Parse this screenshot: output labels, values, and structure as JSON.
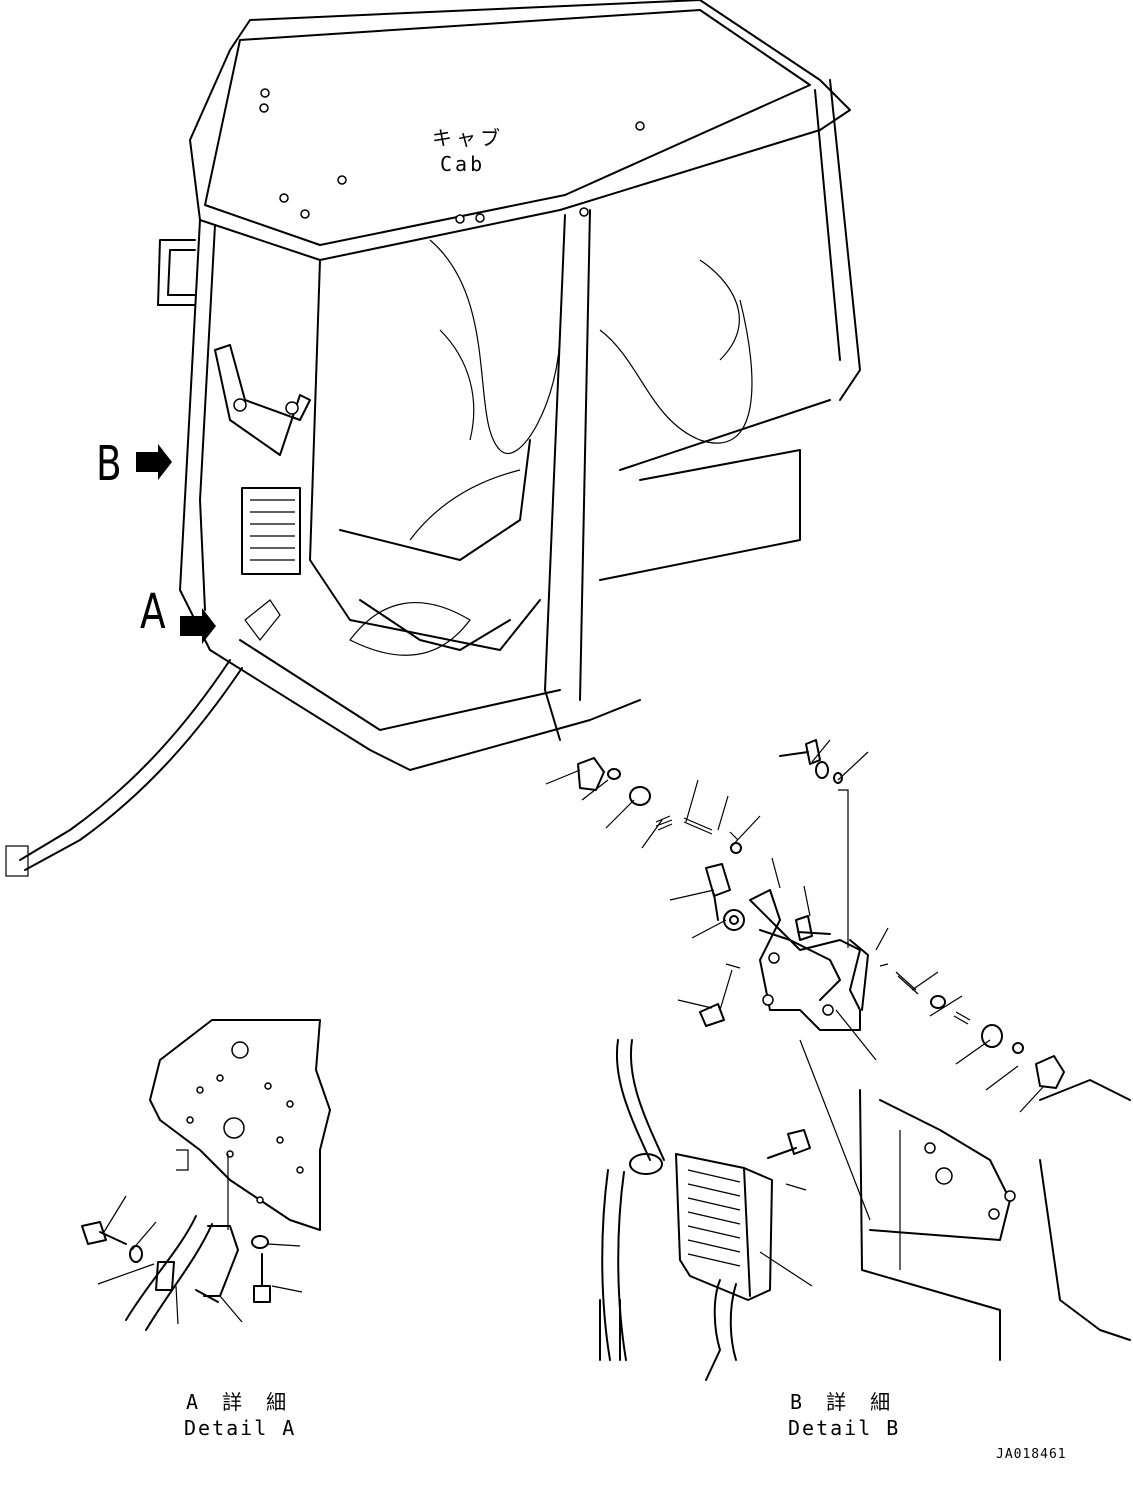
{
  "labels": {
    "cab_jp": "キャブ",
    "cab_en": "Cab",
    "view_b": "B",
    "view_a": "A",
    "detail_a_jp": "A 詳 細",
    "detail_a_en": "Detail A",
    "detail_b_jp": "B 詳 細",
    "detail_b_en": "Detail B",
    "drawing_code": "JA018461"
  },
  "icons": {
    "view_arrow": "right-arrow-icon"
  }
}
